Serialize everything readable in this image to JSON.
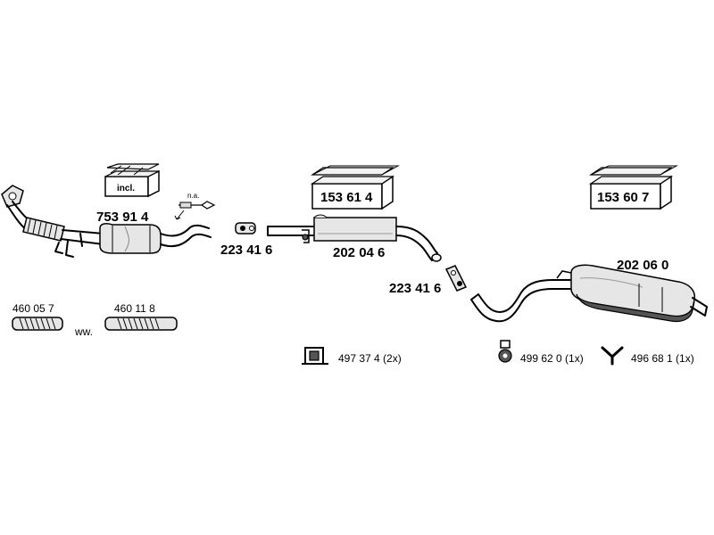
{
  "parts": {
    "catalytic_converter": "753 91 4",
    "incl_label": "incl.",
    "sensor_note": "n.a.",
    "clamp_1": "223 41 6",
    "clamp_2": "223 41 6",
    "centre_silencer": "202 04 6",
    "rear_silencer": "202 06 0",
    "flex_pipe_1": "460 05 7",
    "flex_pipe_2": "460 11 8",
    "ww_note": "ww.",
    "box_1": "153 61 4",
    "box_2": "153 60 7",
    "mount_1": "497 37 4 (2x)",
    "mount_2": "499 62 0 (1x)",
    "mount_3": "496 68 1 (1x)"
  }
}
